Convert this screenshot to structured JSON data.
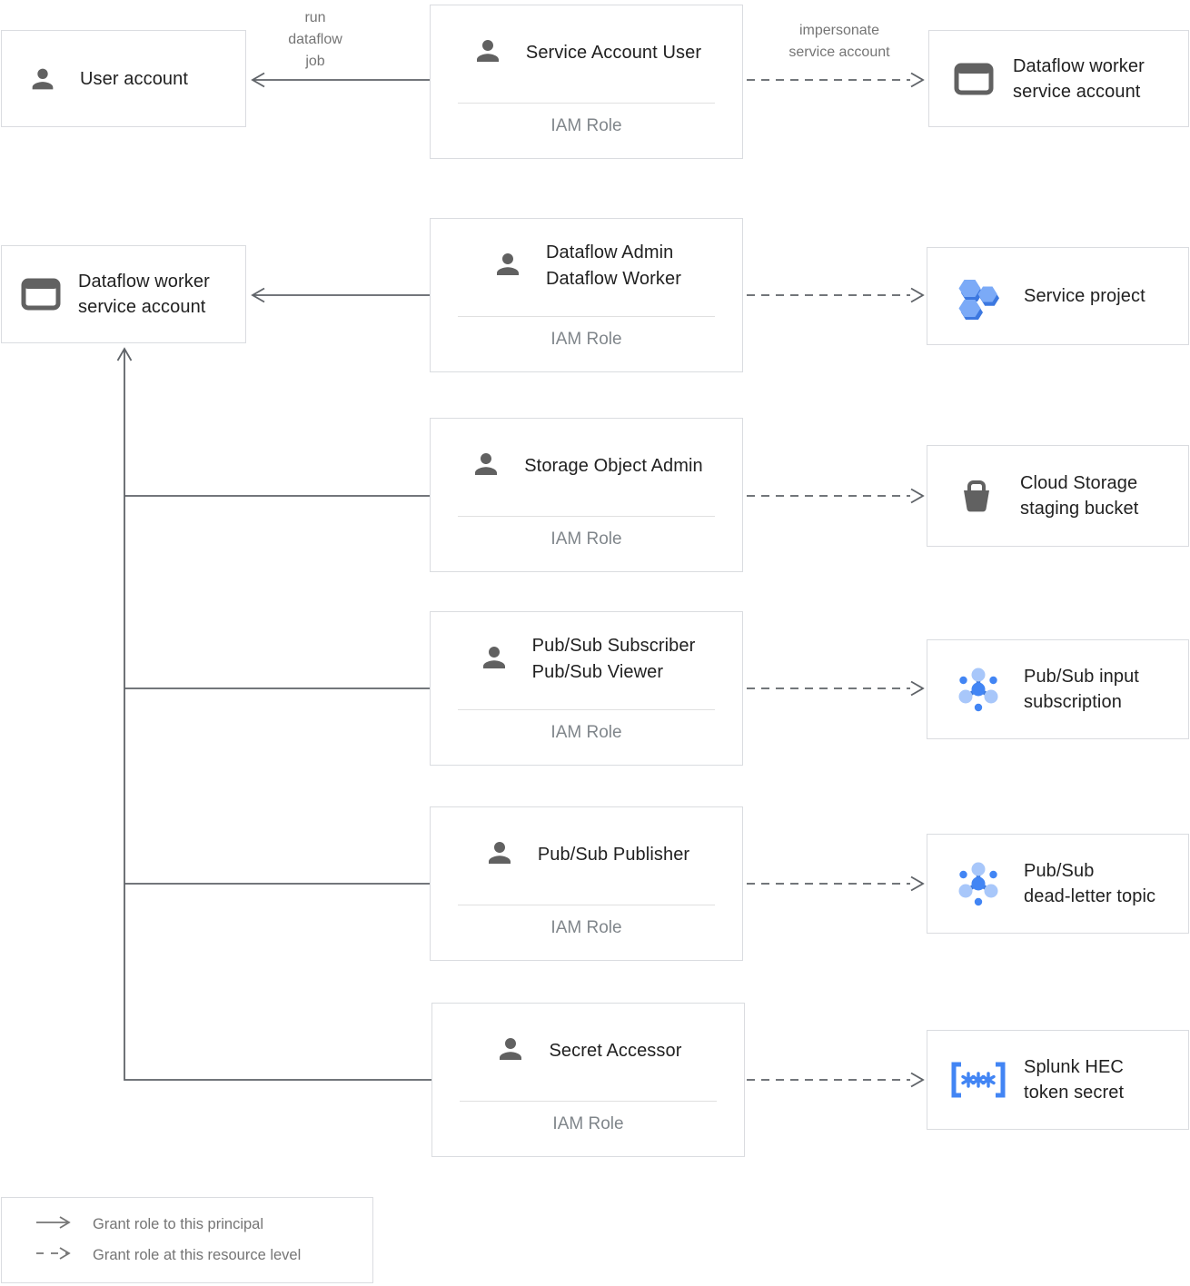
{
  "nodes": {
    "user_account": {
      "label": "User account"
    },
    "dataflow_worker_sa_top": {
      "line1": "Dataflow worker",
      "line2": "service account"
    },
    "dataflow_worker_sa_left": {
      "line1": "Dataflow worker",
      "line2": "service account"
    }
  },
  "iam_boxes": [
    {
      "line1": "Service Account User",
      "footer": "IAM Role"
    },
    {
      "line1": "Dataflow Admin",
      "line2": "Dataflow Worker",
      "footer": "IAM Role"
    },
    {
      "line1": "Storage Object Admin",
      "footer": "IAM Role"
    },
    {
      "line1": "Pub/Sub Subscriber",
      "line2": "Pub/Sub Viewer",
      "footer": "IAM Role"
    },
    {
      "line1": "Pub/Sub Publisher",
      "footer": "IAM Role"
    },
    {
      "line1": "Secret Accessor",
      "footer": "IAM Role"
    }
  ],
  "resources": [
    {
      "line1": "Service project"
    },
    {
      "line1": "Cloud Storage",
      "line2": "staging bucket"
    },
    {
      "line1": "Pub/Sub input",
      "line2": "subscription"
    },
    {
      "line1": "Pub/Sub",
      "line2": "dead-letter topic"
    },
    {
      "line1": "Splunk HEC",
      "line2": "token secret"
    }
  ],
  "edge_labels": {
    "run_job": [
      "run",
      "dataflow",
      "job"
    ],
    "impersonate": [
      "impersonate",
      "service account"
    ]
  },
  "legend": {
    "solid": "Grant role to this principal",
    "dashed": "Grant role at this resource level"
  },
  "colors": {
    "line_gray": "#5F6368",
    "icon_gray": "#616161",
    "border_gray": "#DADCE0",
    "accent_blue": "#4285F4",
    "light_blue": "#A8C7FA",
    "hex_blue": "#7BAAF7",
    "hex_shadow_blue": "#3C78E0"
  }
}
